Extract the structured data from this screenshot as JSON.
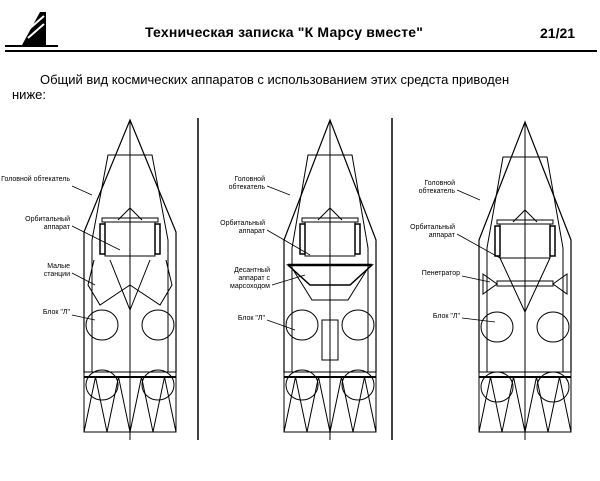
{
  "header": {
    "title": "Техническая записка \"К Марсу вместе\"",
    "page": "21/21"
  },
  "intro": {
    "line1": "Общий вид космических аппаратов с использованием этих средста приводен",
    "line2": "ниже:"
  },
  "figures": [
    {
      "labels": [
        "Головной обтекатель",
        "Орбитальный аппарат",
        "Малые станции",
        "Блок \"Л\""
      ]
    },
    {
      "labels": [
        "Головной обтекатель",
        "Орбитальный аппарат",
        "Десантный аппарат с марсоходом",
        "Блок \"Л\""
      ]
    },
    {
      "labels": [
        "Головной обтекатель",
        "Орбитальный аппарат",
        "Пенетратор",
        "Блок \"Л\""
      ]
    }
  ]
}
